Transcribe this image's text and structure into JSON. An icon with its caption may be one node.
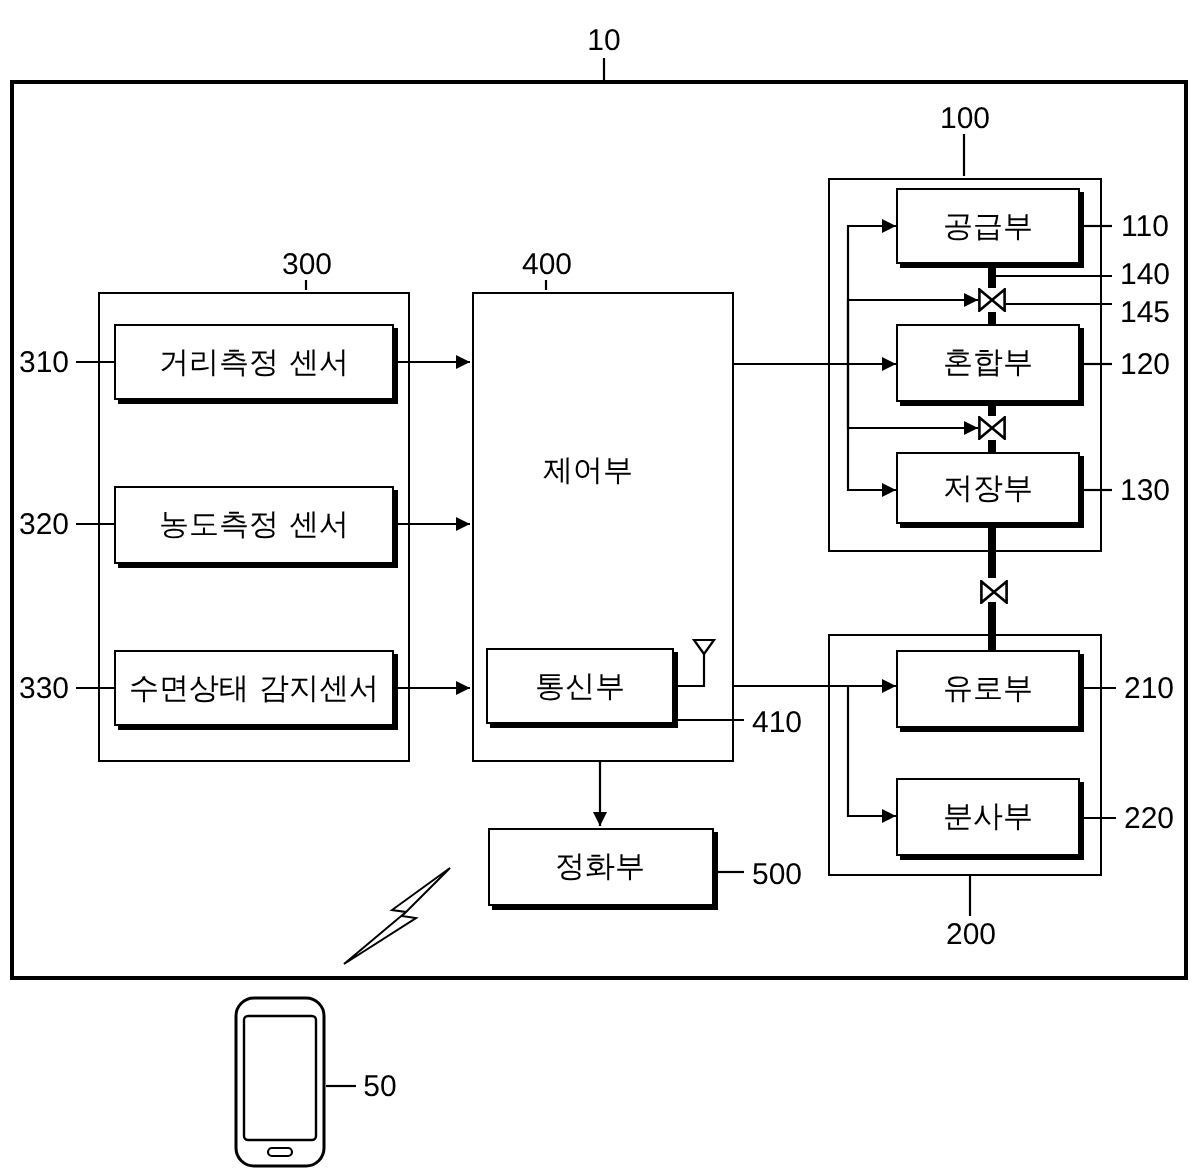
{
  "diagram": {
    "nodes": [
      {
        "text": [],
        "shape": "box"
      },
      {
        "text": [],
        "shape": "box",
        "in": 0
      },
      {
        "text": [
          "거리측정 센서"
        ],
        "in": 1
      },
      {
        "text": [
          "농도측정 센서"
        ],
        "in": 1
      },
      {
        "text": [
          "수면상태 감지센서"
        ],
        "in": 1
      },
      {
        "text": [
          "제어부"
        ],
        "in": 0
      },
      {
        "text": [
          "통신부"
        ],
        "in": 5
      },
      {
        "text": [
          "정화부"
        ],
        "in": 0
      },
      {
        "text": [],
        "shape": "box",
        "in": 0
      },
      {
        "text": [
          "공급부"
        ],
        "in": 8
      },
      {
        "text": [
          "혼합부"
        ],
        "in": 8
      },
      {
        "text": [
          "저장부"
        ],
        "in": 8
      },
      {
        "text": [],
        "shape": "box",
        "in": 0
      },
      {
        "text": [
          "유로부"
        ],
        "in": 12
      },
      {
        "text": [
          "분사부"
        ],
        "in": 12
      },
      {
        "text": [],
        "shape": "valve",
        "in": 8
      },
      {
        "text": [],
        "shape": "valve",
        "in": 8
      },
      {
        "text": [],
        "shape": "valve",
        "in": 0
      },
      {
        "text": [],
        "shape": "phone"
      },
      {
        "text": [
          "10"
        ]
      },
      {
        "text": [
          "100"
        ],
        "in": 0
      },
      {
        "text": [
          "300"
        ],
        "in": 0
      },
      {
        "text": [
          "400"
        ],
        "in": 0
      },
      {
        "text": [
          "110"
        ],
        "in": 0
      },
      {
        "text": [
          "140"
        ],
        "in": 0
      },
      {
        "text": [
          "145"
        ],
        "in": 0
      },
      {
        "text": [
          "310"
        ],
        "in": 0
      },
      {
        "text": [
          "120"
        ],
        "in": 0
      },
      {
        "text": [
          "130"
        ],
        "in": 0
      },
      {
        "text": [
          "320"
        ],
        "in": 0
      },
      {
        "text": [
          "330"
        ],
        "in": 0
      },
      {
        "text": [
          "210"
        ],
        "in": 0
      },
      {
        "text": [
          "410"
        ],
        "in": 0
      },
      {
        "text": [
          "220"
        ],
        "in": 0
      },
      {
        "text": [
          "500"
        ],
        "in": 0
      },
      {
        "text": [
          "200"
        ],
        "in": 0
      },
      {
        "text": [
          "50"
        ]
      },
      {
        "text": [],
        "shape": "bar",
        "in": 8
      }
    ],
    "edges": [
      {
        "from": 2,
        "to": 5,
        "arrow": "to"
      },
      {
        "from": 3,
        "to": 5,
        "arrow": "to"
      },
      {
        "from": 4,
        "to": 5,
        "arrow": "to"
      },
      {
        "from": 5,
        "to": 10,
        "arrow": "to"
      },
      {
        "from": 5,
        "to": 9,
        "arrow": "to"
      },
      {
        "from": 5,
        "to": 15,
        "arrow": "to"
      },
      {
        "from": 5,
        "to": 16,
        "arrow": "to"
      },
      {
        "from": 5,
        "to": 11,
        "arrow": "to"
      },
      {
        "from": 5,
        "to": 13,
        "arrow": "to"
      },
      {
        "from": 5,
        "to": 14,
        "arrow": "to"
      },
      {
        "from": 5,
        "to": 7,
        "arrow": "to"
      },
      {
        "from": 15,
        "to": 10,
        "arrow": "none",
        "style": "thick"
      },
      {
        "from": 10,
        "to": 16,
        "arrow": "none",
        "style": "thick"
      },
      {
        "from": 16,
        "to": 11,
        "arrow": "none",
        "style": "thick"
      },
      {
        "from": 11,
        "to": 17,
        "arrow": "none",
        "style": "thick"
      },
      {
        "from": 17,
        "to": 13,
        "arrow": "none",
        "style": "thick"
      },
      {
        "from": 19,
        "to": 0,
        "arrow": "none"
      },
      {
        "from": 20,
        "to": 8,
        "arrow": "none"
      },
      {
        "from": 21,
        "to": 1,
        "arrow": "none"
      },
      {
        "from": 22,
        "to": 5,
        "arrow": "none"
      },
      {
        "from": 23,
        "to": 9,
        "arrow": "none"
      },
      {
        "from": 24,
        "to": 37,
        "arrow": "none"
      },
      {
        "from": 25,
        "to": 15,
        "arrow": "none"
      },
      {
        "from": 26,
        "to": 2,
        "arrow": "none"
      },
      {
        "from": 27,
        "to": 10,
        "arrow": "none"
      },
      {
        "from": 28,
        "to": 11,
        "arrow": "none"
      },
      {
        "from": 29,
        "to": 3,
        "arrow": "none"
      },
      {
        "from": 30,
        "to": 4,
        "arrow": "none"
      },
      {
        "from": 31,
        "to": 13,
        "arrow": "none"
      },
      {
        "from": 32,
        "to": 6,
        "arrow": "none"
      },
      {
        "from": 33,
        "to": 14,
        "arrow": "none"
      },
      {
        "from": 34,
        "to": 7,
        "arrow": "none"
      },
      {
        "from": 35,
        "to": 12,
        "arrow": "none"
      },
      {
        "from": 36,
        "to": 18,
        "arrow": "none"
      }
    ]
  }
}
